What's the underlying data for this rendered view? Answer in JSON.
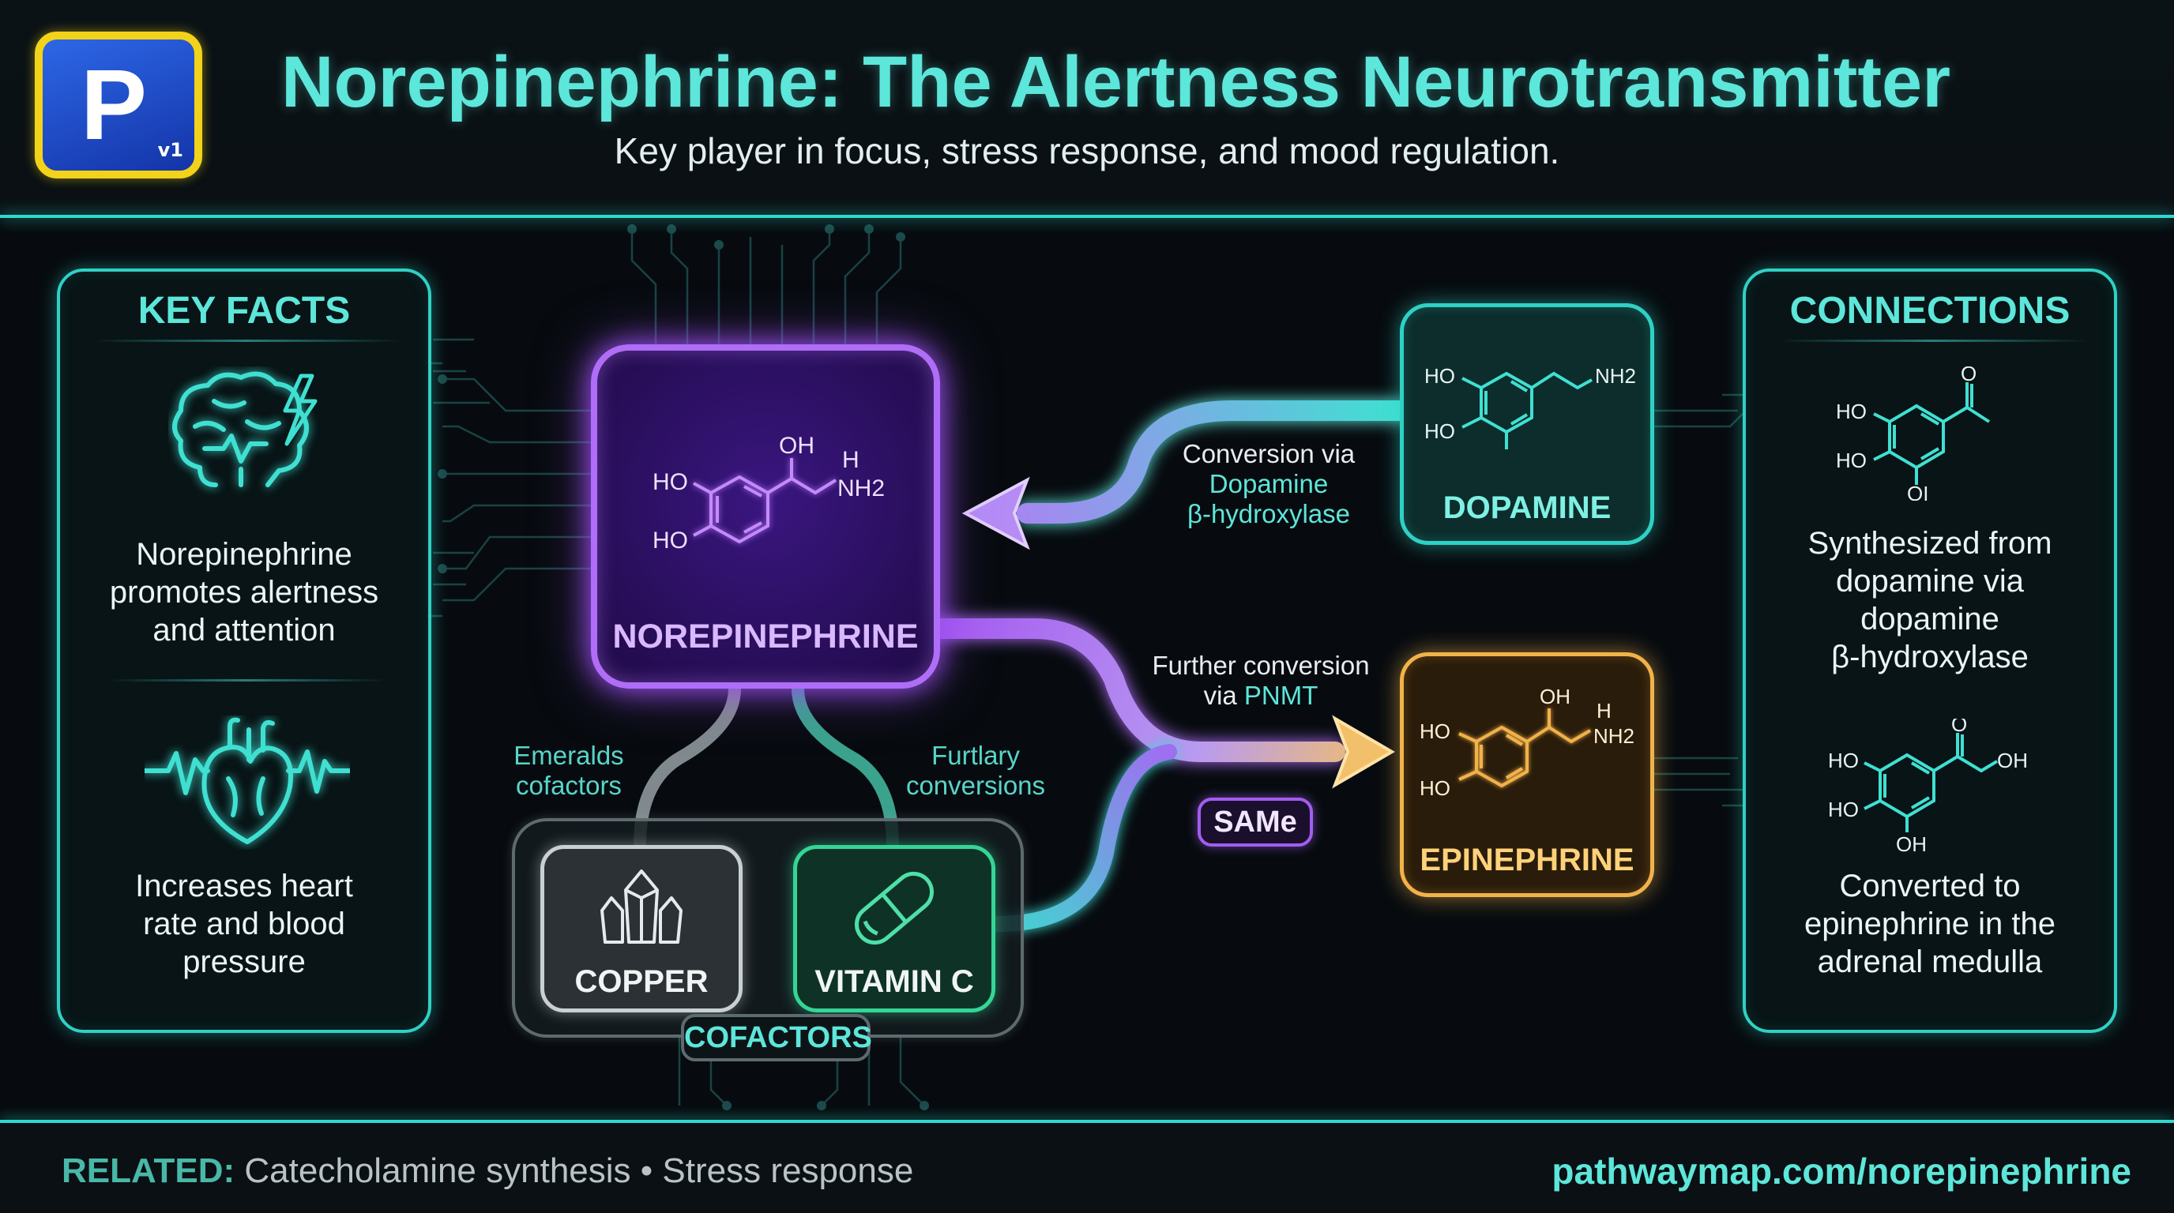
{
  "header": {
    "logo_letter": "P",
    "logo_version": "v1",
    "title": "Norepinephrine: The Alertness Neurotransmitter",
    "subtitle": "Key player in focus, stress response, and mood regulation."
  },
  "key_facts": {
    "title": "KEY FACTS",
    "items": [
      {
        "icon": "brain-lightning-icon",
        "text_lines": [
          "Norepinephrine",
          "promotes alertness",
          "and attention"
        ]
      },
      {
        "icon": "heart-pulse-icon",
        "text_lines": [
          "Increases heart",
          "rate and blood",
          "pressure"
        ]
      }
    ]
  },
  "connections": {
    "title": "CONNECTIONS",
    "items": [
      {
        "icon": "molecule-structure-icon",
        "text_lines": [
          "Synthesized from",
          "dopamine via",
          "dopamine",
          "β-hydroxylase"
        ]
      },
      {
        "icon": "molecule-structure-icon",
        "text_lines": [
          "Converted to",
          "epinephrine in the",
          "adrenal medulla"
        ]
      }
    ]
  },
  "diagram": {
    "norepinephrine": {
      "label": "NOREPINEPHRINE",
      "atoms": {
        "oh": "OH",
        "h": "H",
        "nh2": "NH2",
        "ho1": "HO",
        "ho2": "HO"
      }
    },
    "dopamine": {
      "label": "DOPAMINE",
      "atoms": {
        "ho1": "HO",
        "ho2": "HO",
        "nh2": "NH2"
      }
    },
    "epinephrine": {
      "label": "EPINEPHRINE",
      "atoms": {
        "oh": "OH",
        "h": "H",
        "nh2": "NH2",
        "ho1": "HO",
        "ho2": "HO"
      }
    },
    "conversion_1": {
      "line1": "Conversion via",
      "line2": "Dopamine",
      "line3": "β-hydroxylase"
    },
    "conversion_2": {
      "line1": "Further conversion",
      "line2_prefix": "via ",
      "line2_enzyme": "PNMT"
    },
    "same_label": "SAMe",
    "left_tube_label": [
      "Emeralds",
      "cofactors"
    ],
    "right_tube_label": [
      "Furtlary",
      "conversions"
    ],
    "cofactors": {
      "label": "COFACTORS",
      "copper": "COPPER",
      "vitamin_c": "VITAMIN C"
    },
    "connection_atoms": {
      "mol1": {
        "ho1": "HO",
        "ho2": "HO",
        "o": "O",
        "bottom": "OI"
      },
      "mol2": {
        "ho1": "HO",
        "ho2": "HO",
        "o": "O",
        "oh": "OH",
        "bottom": "OH"
      }
    }
  },
  "footer": {
    "related_label": "RELATED:",
    "related_text": "Catecholamine synthesis • Stress response",
    "url": "pathwaymap.com/norepinephrine"
  },
  "colors": {
    "accent_teal": "#2fd1c4",
    "norepinephrine_purple": "#b06df7",
    "epinephrine_gold": "#f2b24a",
    "vitamin_green": "#35d596",
    "copper_silver": "#c9d0d3"
  }
}
